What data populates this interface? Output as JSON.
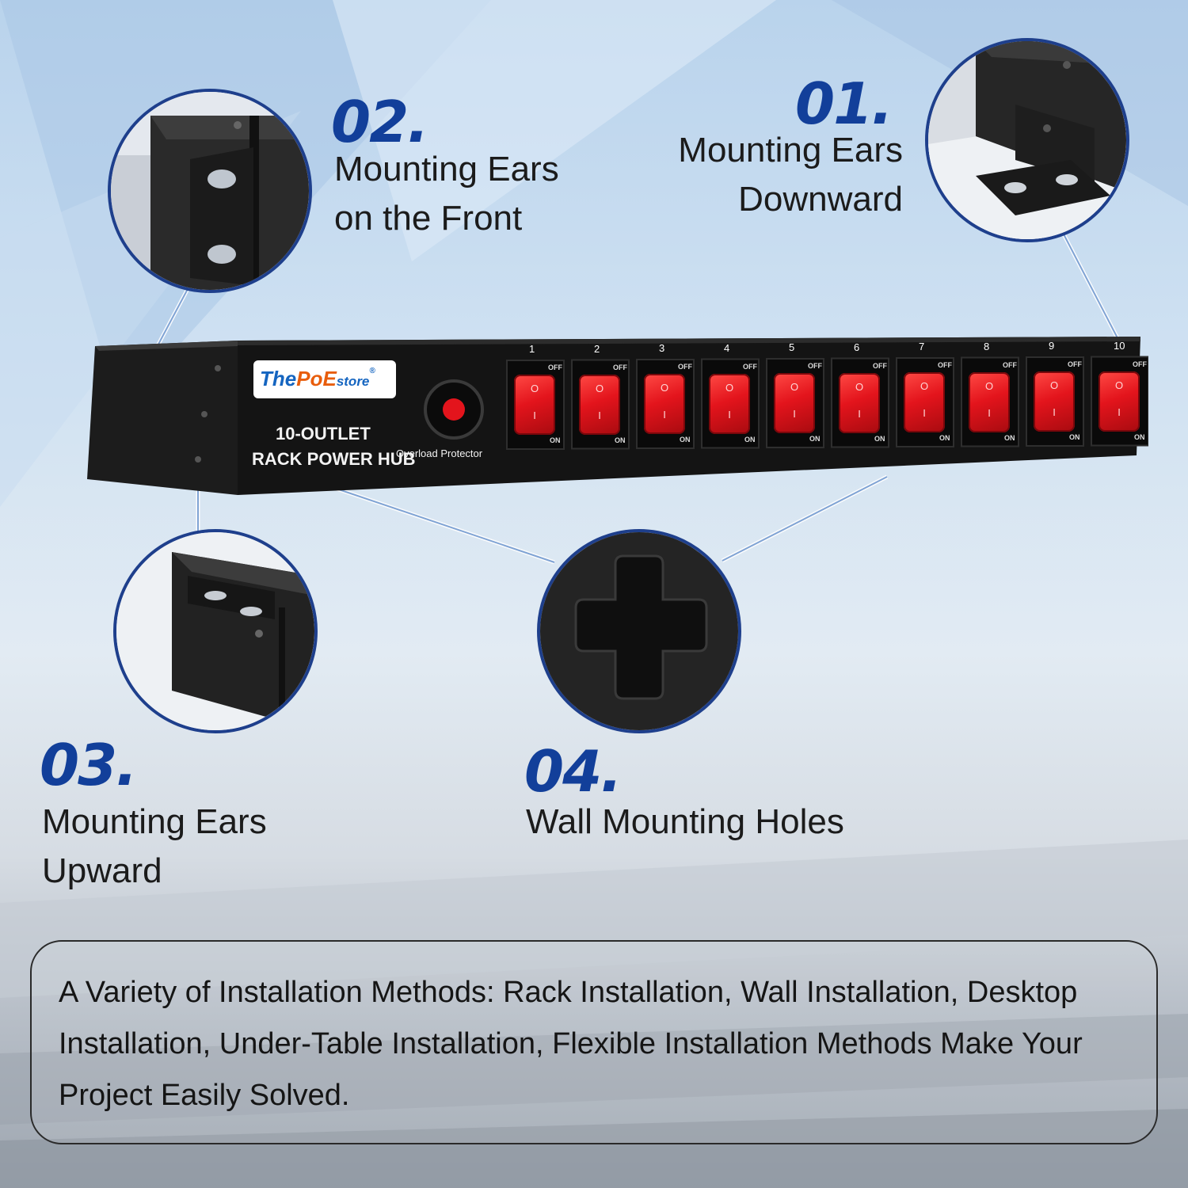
{
  "callouts": [
    {
      "number": "01.",
      "lines": [
        "Mounting Ears",
        "Downward"
      ]
    },
    {
      "number": "02.",
      "lines": [
        "Mounting Ears",
        "on the Front"
      ]
    },
    {
      "number": "03.",
      "lines": [
        "Mounting Ears",
        "Upward"
      ]
    },
    {
      "number": "04.",
      "lines": [
        "Wall Mounting Holes"
      ]
    }
  ],
  "device": {
    "brand_the": "The",
    "brand_poe": "PoE",
    "brand_store": "store",
    "brand_reg": "®",
    "label_top": "10-OUTLET",
    "label_bottom": "RACK POWER HUB",
    "protector_label": "Overload Protector",
    "switch_numbers": [
      "1",
      "2",
      "3",
      "4",
      "5",
      "6",
      "7",
      "8",
      "9",
      "10"
    ],
    "off_label": "OFF",
    "on_label": "ON",
    "switch_symbol_off": "O",
    "switch_symbol_on": "I"
  },
  "description": {
    "lines": [
      "A Variety of Installation Methods: Rack Installation, Wall Installation, Desktop",
      "Installation, Under-Table Installation, Flexible Installation Methods Make Your",
      "Project Easily Solved."
    ]
  },
  "colors": {
    "accent_blue": "#123f9a",
    "switch_red": "#e3141c",
    "device_body": "#1a1a1a"
  }
}
